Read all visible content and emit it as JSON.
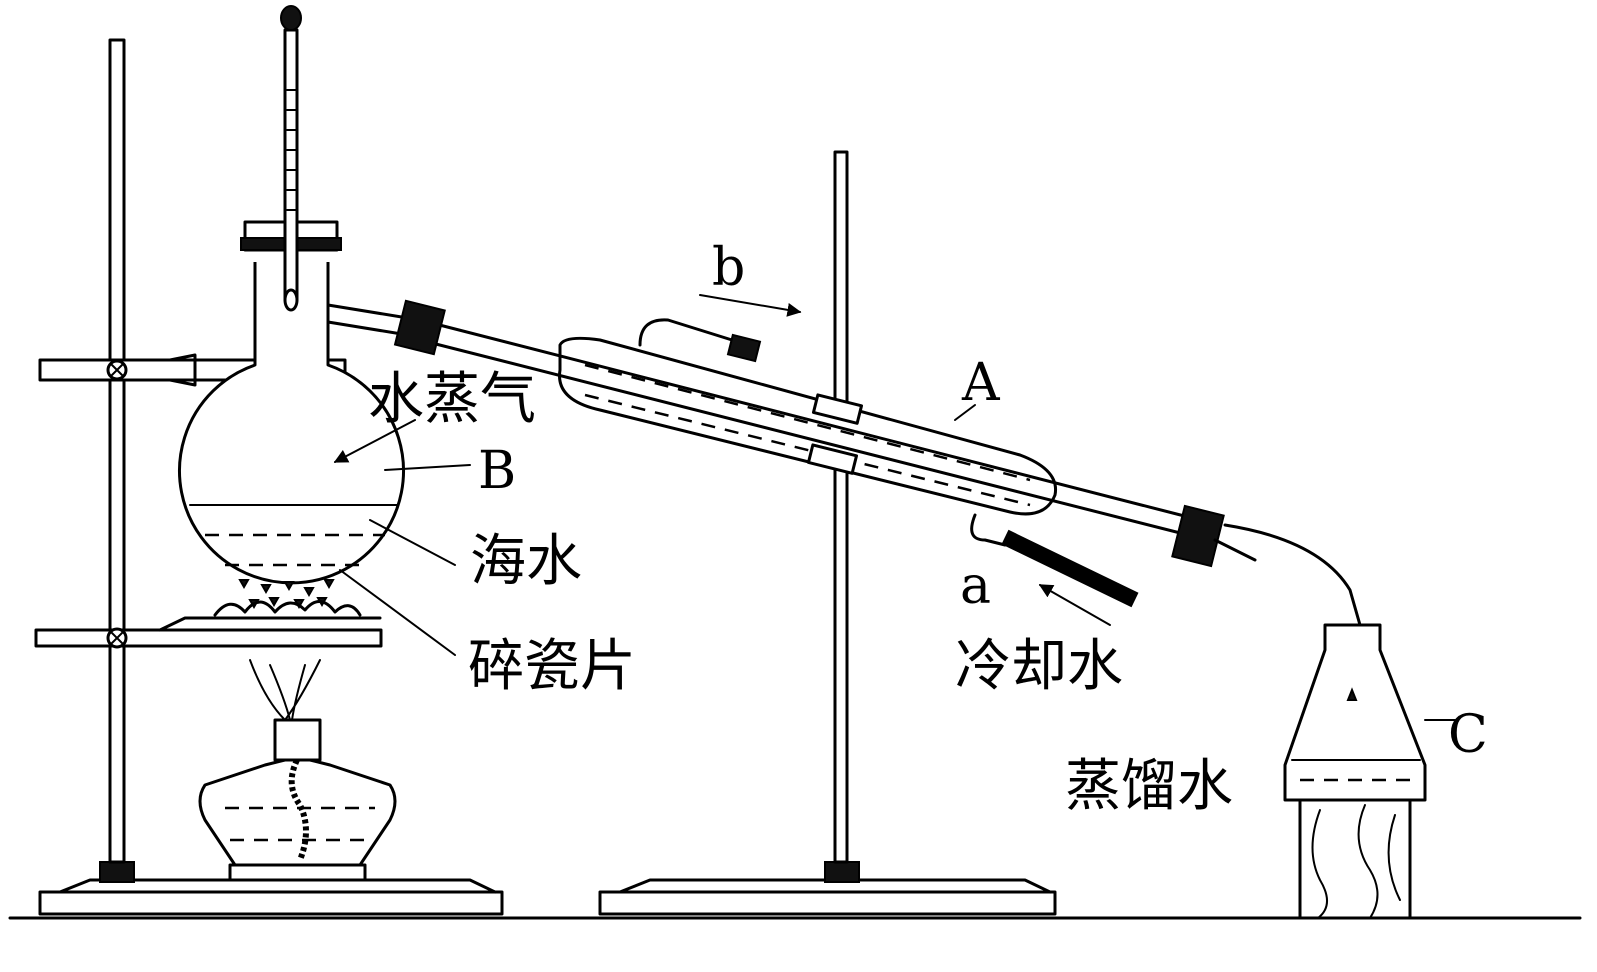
{
  "labels": {
    "steam": "水蒸气",
    "seawater": "海水",
    "broken_porcelain": "碎瓷片",
    "cooling_water": "冷却水",
    "distilled_water": "蒸馏水",
    "A": "A",
    "B": "B",
    "C": "C",
    "a": "a",
    "b": "b"
  }
}
